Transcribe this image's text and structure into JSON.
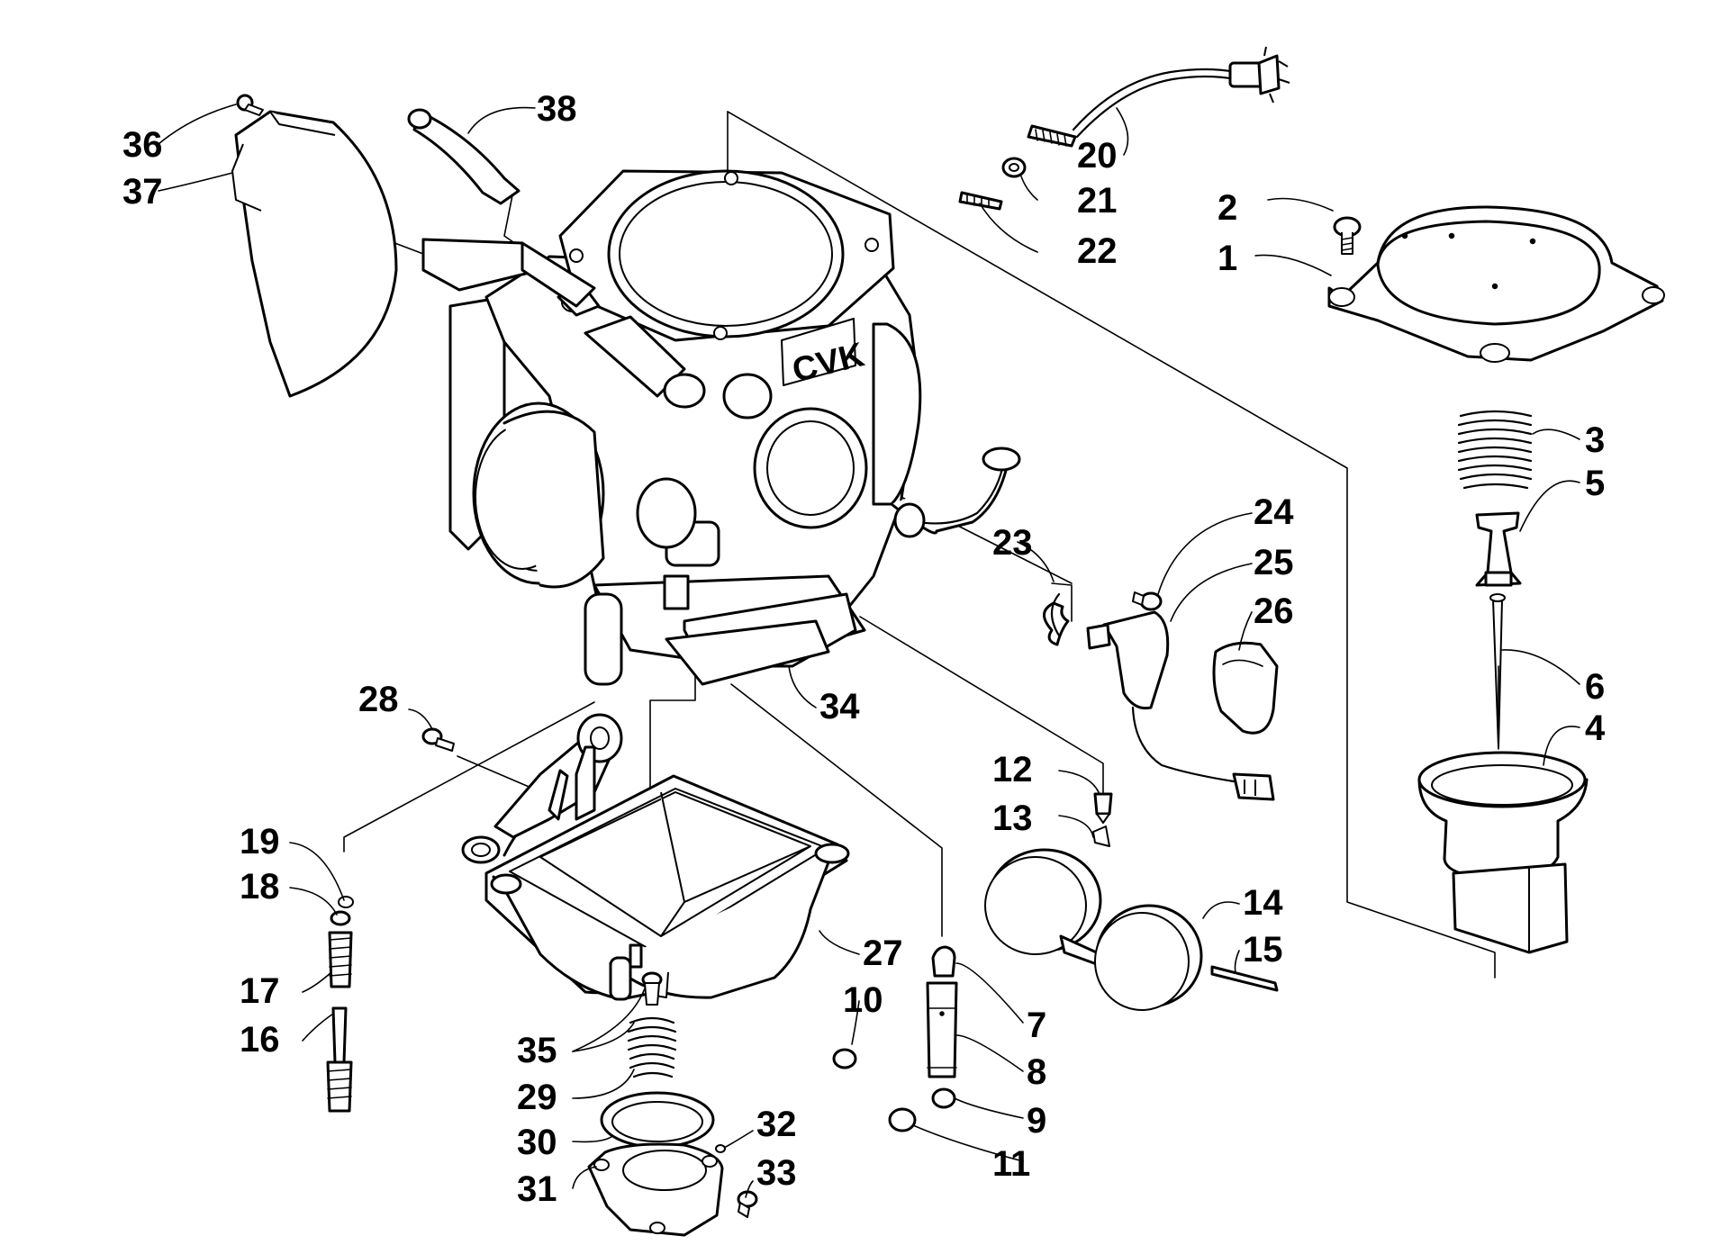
{
  "diagram": {
    "body_marking": "CVK",
    "callouts": [
      {
        "id": "c1",
        "text": "1"
      },
      {
        "id": "c2",
        "text": "2"
      },
      {
        "id": "c3",
        "text": "3"
      },
      {
        "id": "c4",
        "text": "4"
      },
      {
        "id": "c5",
        "text": "5"
      },
      {
        "id": "c6",
        "text": "6"
      },
      {
        "id": "c7",
        "text": "7"
      },
      {
        "id": "c8",
        "text": "8"
      },
      {
        "id": "c9",
        "text": "9"
      },
      {
        "id": "c10",
        "text": "10"
      },
      {
        "id": "c11",
        "text": "11"
      },
      {
        "id": "c12",
        "text": "12"
      },
      {
        "id": "c13",
        "text": "13"
      },
      {
        "id": "c14",
        "text": "14"
      },
      {
        "id": "c15",
        "text": "15"
      },
      {
        "id": "c16",
        "text": "16"
      },
      {
        "id": "c17",
        "text": "17"
      },
      {
        "id": "c18",
        "text": "18"
      },
      {
        "id": "c19",
        "text": "19"
      },
      {
        "id": "c20",
        "text": "20"
      },
      {
        "id": "c21",
        "text": "21"
      },
      {
        "id": "c22",
        "text": "22"
      },
      {
        "id": "c23",
        "text": "23"
      },
      {
        "id": "c24",
        "text": "24"
      },
      {
        "id": "c25",
        "text": "25"
      },
      {
        "id": "c26",
        "text": "26"
      },
      {
        "id": "c27",
        "text": "27"
      },
      {
        "id": "c28",
        "text": "28"
      },
      {
        "id": "c29",
        "text": "29"
      },
      {
        "id": "c30",
        "text": "30"
      },
      {
        "id": "c31",
        "text": "31"
      },
      {
        "id": "c32",
        "text": "32"
      },
      {
        "id": "c33",
        "text": "33"
      },
      {
        "id": "c34",
        "text": "34"
      },
      {
        "id": "c35",
        "text": "35"
      },
      {
        "id": "c36",
        "text": "36"
      },
      {
        "id": "c37",
        "text": "37"
      },
      {
        "id": "c38",
        "text": "38"
      }
    ]
  }
}
